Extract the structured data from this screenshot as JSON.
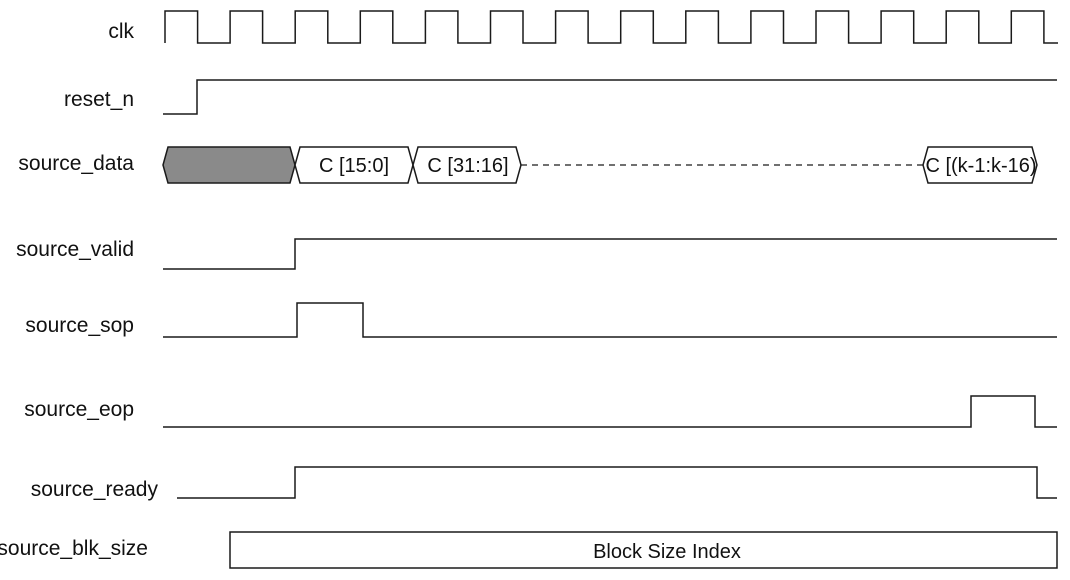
{
  "signals": {
    "clk": "clk",
    "reset_n": "reset_n",
    "source_data": "source_data",
    "source_valid": "source_valid",
    "source_sop": "source_sop",
    "source_eop": "source_eop",
    "source_ready": "source_ready",
    "source_blk_size": "source_blk_size"
  },
  "bus": {
    "word_0": "C [15:0]",
    "word_1": "C [31:16]",
    "word_last": "C [(k-1:k-16)",
    "blk_size_value": "Block Size Index"
  },
  "colors": {
    "line": "#1a1a1a",
    "undefined_fill": "#8a8a8a",
    "background": "#ffffff"
  }
}
